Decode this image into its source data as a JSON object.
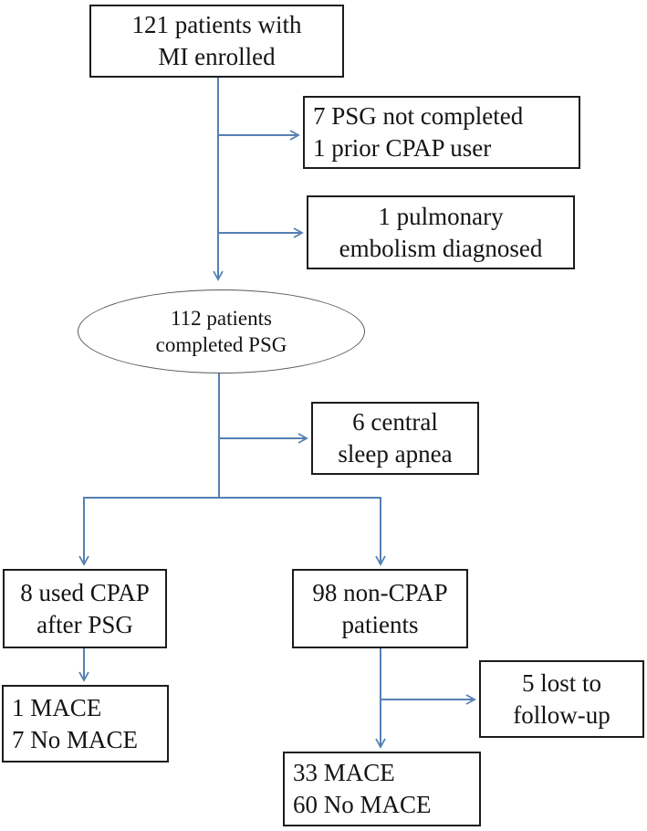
{
  "figure": {
    "type": "patient-flow-diagram",
    "colors": {
      "connector": "#5580b3",
      "box_border": "#1c1c1c",
      "ellipse_border": "#595959",
      "text": "#141414",
      "background": "#ffffff"
    },
    "nodes": {
      "enrolled": {
        "shape": "rect",
        "line1": "121 patients with",
        "line2": "MI enrolled"
      },
      "psg_not_completed": {
        "shape": "rect",
        "line1": "7 PSG not completed",
        "line2": "1 prior CPAP user"
      },
      "pulmonary_embolism": {
        "shape": "rect",
        "line1": "1 pulmonary",
        "line2": "embolism diagnosed"
      },
      "completed_psg": {
        "shape": "ellipse",
        "line1": "112 patients",
        "line2": "completed PSG"
      },
      "central_sleep_apnea": {
        "shape": "rect",
        "line1": "6 central",
        "line2": "sleep apnea"
      },
      "used_cpap": {
        "shape": "rect",
        "line1": "8 used CPAP",
        "line2": "after PSG"
      },
      "non_cpap": {
        "shape": "rect",
        "line1": "98 non-CPAP",
        "line2": "patients"
      },
      "cpap_outcome": {
        "shape": "rect",
        "line1": "1 MACE",
        "line2": "7 No MACE"
      },
      "lost_followup": {
        "shape": "rect",
        "line1": "5 lost to",
        "line2": "follow-up"
      },
      "non_cpap_outcome": {
        "shape": "rect",
        "line1": "33 MACE",
        "line2": "60 No MACE"
      }
    }
  }
}
